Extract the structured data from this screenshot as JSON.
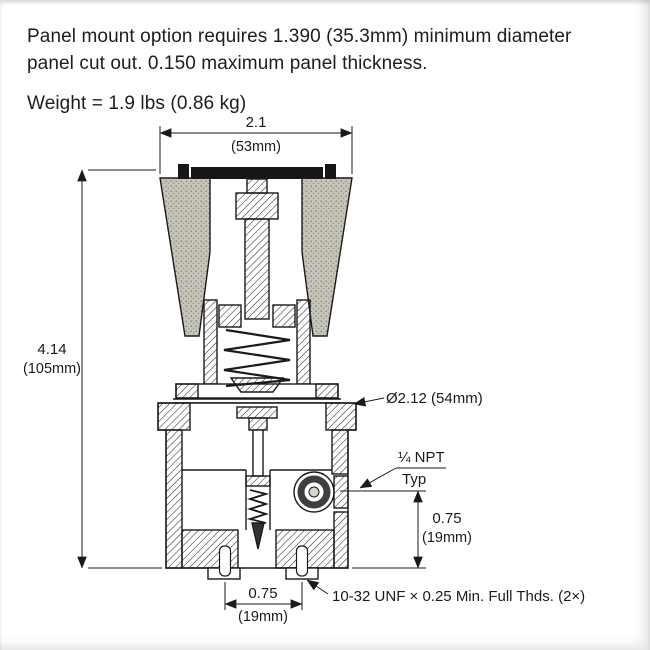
{
  "notes": {
    "panel_mount_line": "Panel mount option requires 1.390 (35.3mm) minimum diameter panel cut out. 0.150 maximum panel thickness.",
    "weight_line": "Weight = 1.9 lbs (0.86 kg)"
  },
  "drawing": {
    "dim_top_width": {
      "inch": "2.1",
      "mm": "(53mm)"
    },
    "dim_overall_height": {
      "inch": "4.14",
      "mm": "(105mm)"
    },
    "dim_body_diameter": "Ø2.12 (54mm)",
    "callout_port": {
      "line1": "¼ NPT",
      "line2": "Typ"
    },
    "dim_port_height": {
      "inch": "0.75",
      "mm": "(19mm)"
    },
    "dim_hole_spacing": {
      "inch": "0.75",
      "mm": "(19mm)"
    },
    "callout_mounting_thread": "10-32 UNF × 0.25 Min. Full Thds. (2×)"
  },
  "colors": {
    "ink": "#1a1a1a",
    "knob_gray": "#c6c4b8",
    "cap_black": "#161616"
  }
}
